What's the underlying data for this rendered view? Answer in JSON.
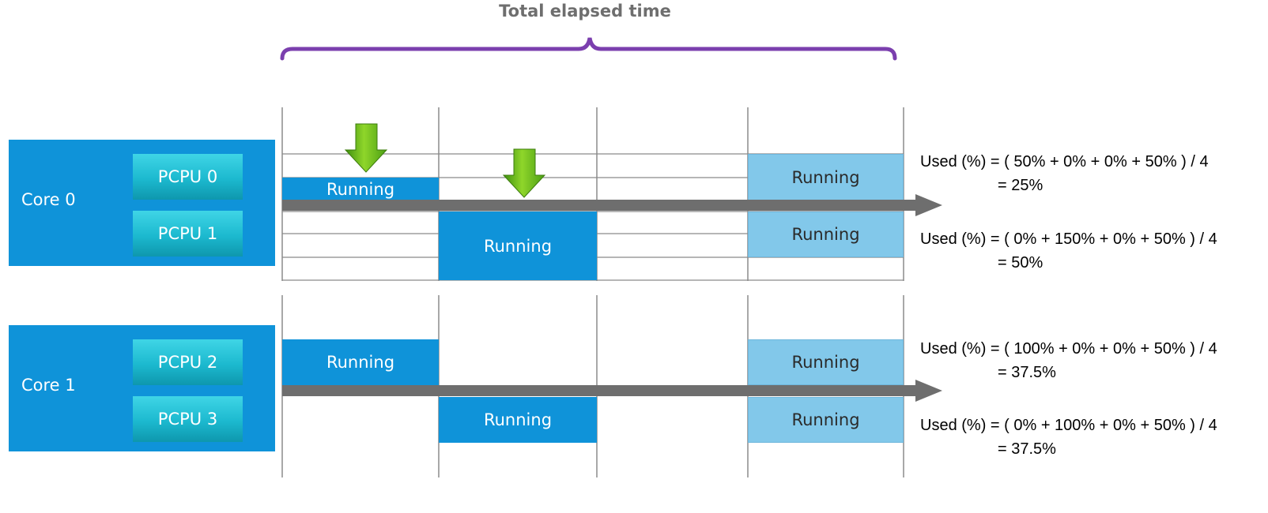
{
  "title": "Total elapsed time",
  "colors": {
    "brace": "#7b3fae",
    "core_blue": "#0f93d9",
    "running_light": "#82c8ea",
    "timeline_arrow": "#6e6e6e",
    "marker_arrow": "#6bbf1e"
  },
  "cores": [
    {
      "label": "Core 0",
      "pcpus": [
        "PCPU 0",
        "PCPU 1"
      ]
    },
    {
      "label": "Core 1",
      "pcpus": [
        "PCPU 2",
        "PCPU 3"
      ]
    }
  ],
  "running_label": "Running",
  "equations": [
    {
      "line1": "Used (%) = ( 50% + 0% + 0% + 50% ) / 4",
      "line2": "= 25%"
    },
    {
      "line1": "Used (%) = ( 0% + 150% + 0% + 50% ) / 4",
      "line2": "= 50%"
    },
    {
      "line1": "Used (%) = ( 100% + 0% + 0% + 50% ) / 4",
      "line2": "= 37.5%"
    },
    {
      "line1": "Used (%) = ( 0% + 100% + 0% + 50% ) / 4",
      "line2": "= 37.5%"
    }
  ],
  "icons": [
    "down-arrow-icon",
    "timeline-arrow-icon",
    "curly-brace-icon"
  ]
}
